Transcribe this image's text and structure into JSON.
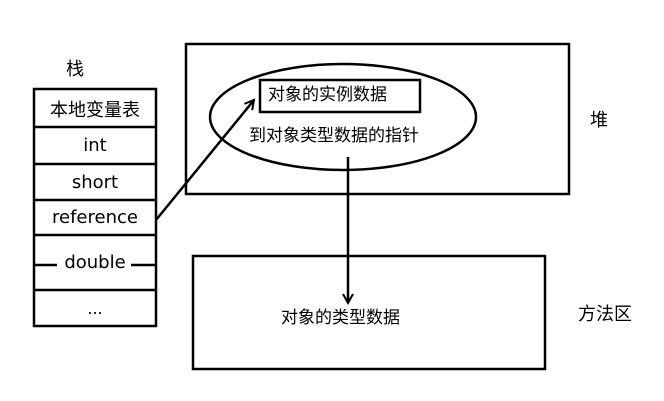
{
  "stack": {
    "title": "栈",
    "cells": [
      "本地变量表",
      "int",
      "short",
      "reference",
      "double",
      "..."
    ]
  },
  "heap": {
    "label": "堆",
    "instance_data": "对象的实例数据",
    "type_pointer": "到对象类型数据的指针"
  },
  "method_area": {
    "label": "方法区",
    "type_data": "对象的类型数据"
  }
}
